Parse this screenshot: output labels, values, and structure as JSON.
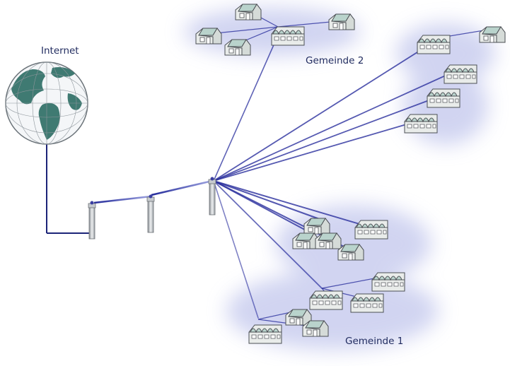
{
  "labels": {
    "internet": "Internet",
    "community_2": "Gemeinde 2",
    "community_1": "Gemeinde 1"
  },
  "colors": {
    "link": "#2a2f9e",
    "link_light": "#8c92d8",
    "haze": "#c9cdef",
    "label": "#1f2a5e",
    "ocean": "#f4f6f8",
    "land": "#3f7a72",
    "building_roof": "#b9d3cc",
    "building_wall": "#e9ecea",
    "building_outline": "#4b4f54"
  },
  "icons": [
    "globe-icon",
    "antenna-tower-icon",
    "house-icon",
    "warehouse-icon"
  ]
}
